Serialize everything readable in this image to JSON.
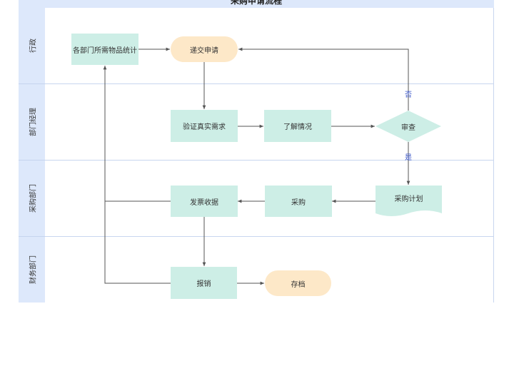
{
  "diagram": {
    "title": "采购申请流程",
    "lanes": [
      {
        "label": "行政"
      },
      {
        "label": "部门经理"
      },
      {
        "label": "采购部门"
      },
      {
        "label": "财务部门"
      }
    ],
    "nodes": {
      "stats": "各部门所需物品统计",
      "submit": "递交申请",
      "verify": "验证真实需求",
      "understand": "了解情况",
      "review": "审查",
      "plan": "采购计划",
      "purchase": "采购",
      "invoice": "发票收据",
      "reimburse": "报销",
      "archive": "存档"
    },
    "connector_labels": {
      "no": "否",
      "yes": "是"
    },
    "colors": {
      "lane_header": "#dde8fb",
      "process_fill": "#cdeee6",
      "terminal_fill": "#fde8c8",
      "line": "#555555",
      "label_blue": "#3a55c8"
    }
  }
}
